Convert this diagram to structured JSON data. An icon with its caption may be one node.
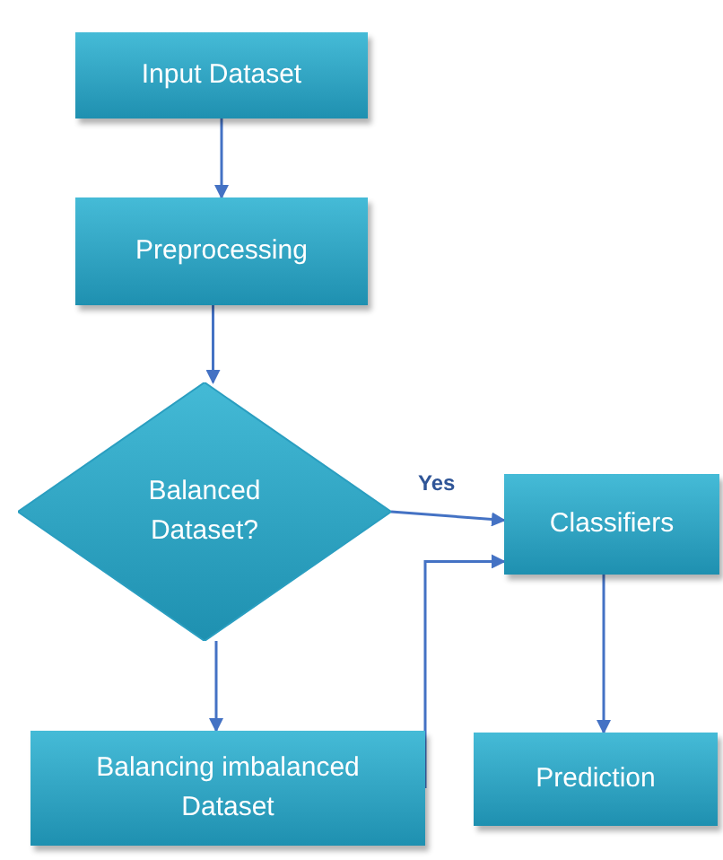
{
  "diagram": {
    "nodes": [
      {
        "text": [
          "Input Dataset"
        ]
      },
      {
        "text": [
          "Preprocessing"
        ]
      },
      {
        "text": [
          "Balanced Dataset?"
        ]
      },
      {
        "text": [
          "Classifiers"
        ]
      },
      {
        "text": [
          "Balancing imbalanced Dataset"
        ]
      },
      {
        "text": [
          "Prediction"
        ]
      }
    ],
    "edges": [
      {
        "from": 0,
        "to": 1,
        "arrow": "to"
      },
      {
        "from": 1,
        "to": 2,
        "arrow": "to"
      },
      {
        "from": 2,
        "to": 3,
        "arrow": "to",
        "label": "Yes"
      },
      {
        "from": 2,
        "to": 4,
        "arrow": "to"
      },
      {
        "from": 4,
        "to": 3,
        "arrow": "to"
      },
      {
        "from": 3,
        "to": 5,
        "arrow": "to"
      }
    ]
  }
}
